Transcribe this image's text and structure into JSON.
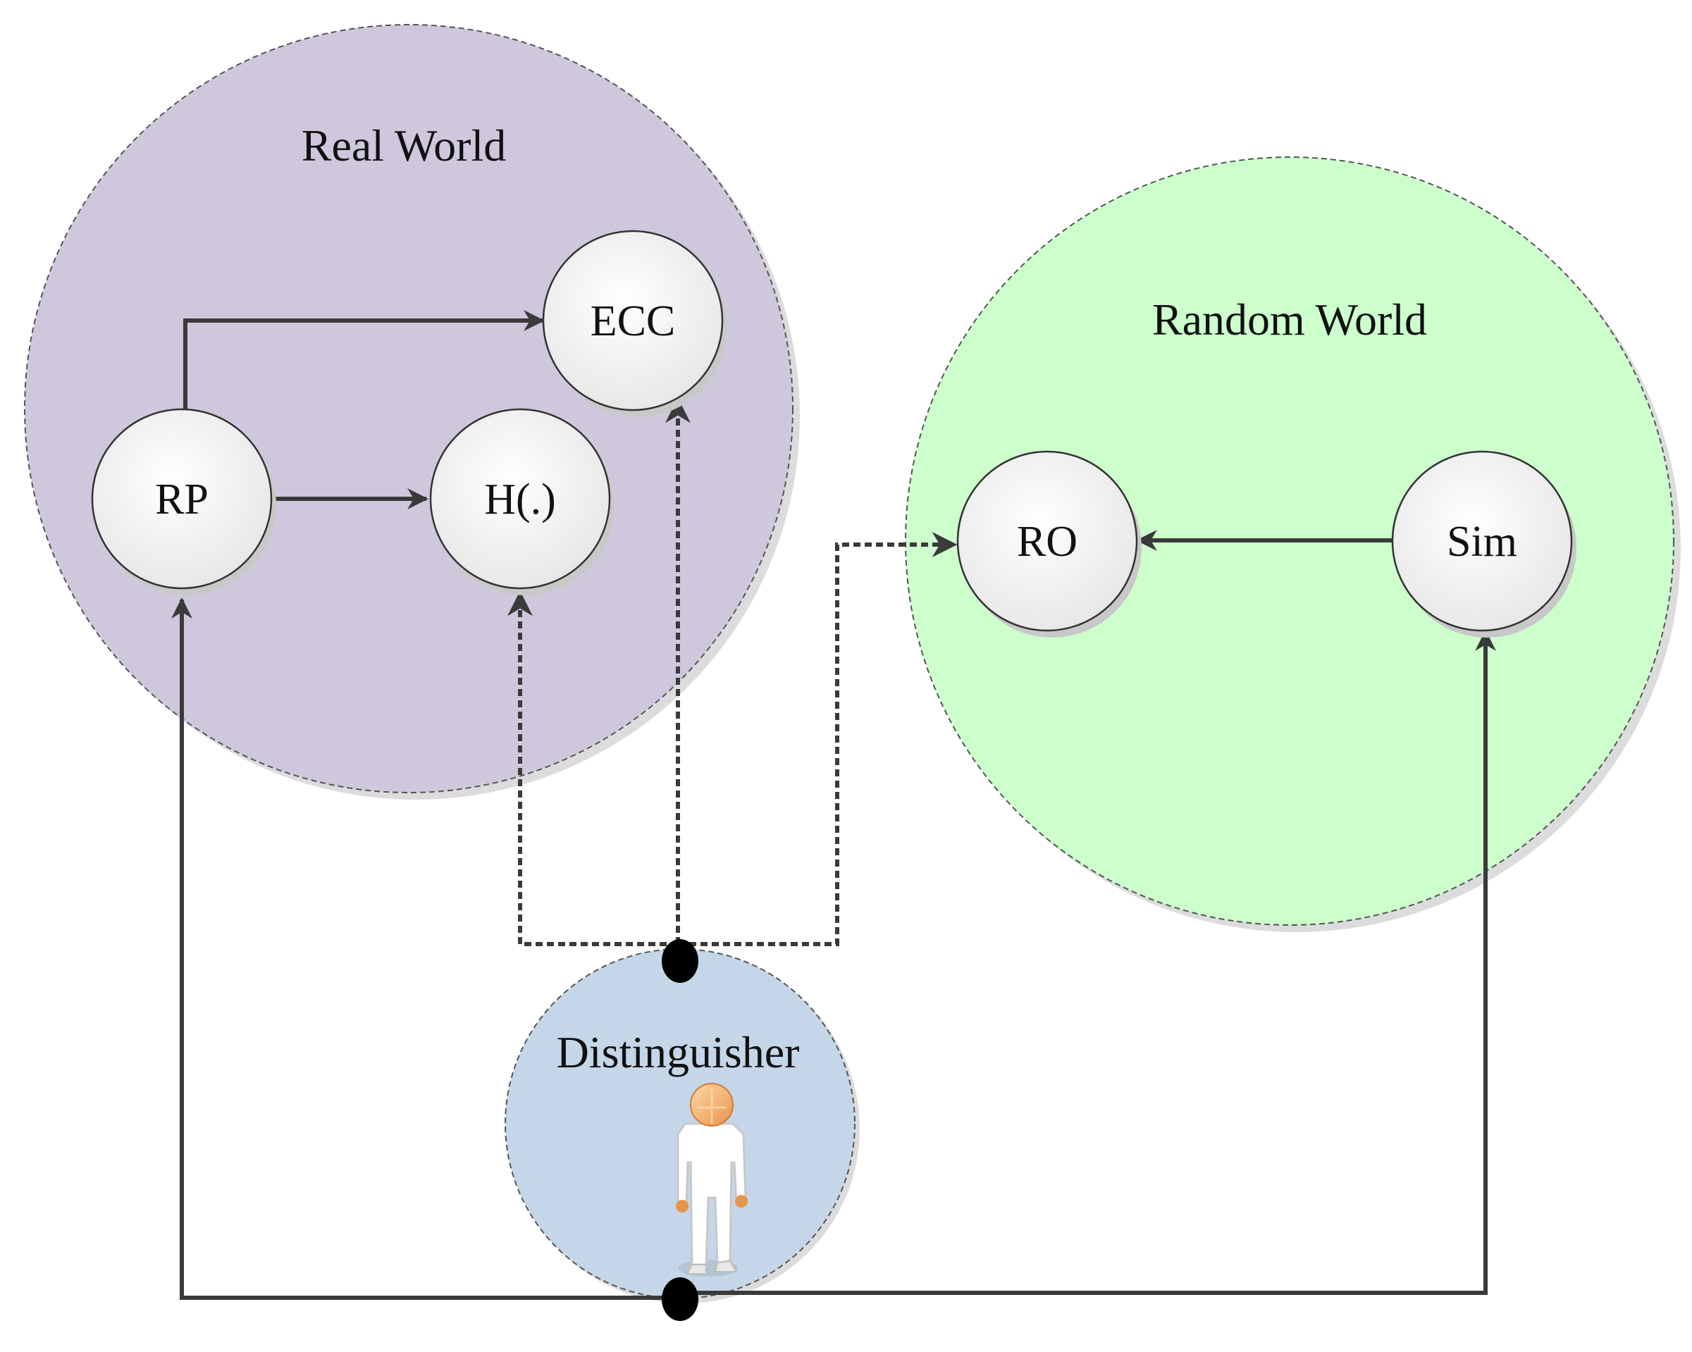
{
  "worlds": {
    "real": {
      "title": "Real World",
      "fill": "#cfc8dd"
    },
    "random": {
      "title": "Random World",
      "fill": "#ccffcc"
    },
    "distinguisher": {
      "title": "Distinguisher",
      "fill": "#c4d6e8"
    }
  },
  "nodes": {
    "ecc": {
      "label": "ECC"
    },
    "rp": {
      "label": "RP"
    },
    "hash": {
      "label": "H(.)"
    },
    "ro": {
      "label": "RO"
    },
    "sim": {
      "label": "Sim"
    }
  },
  "colors": {
    "edge": "#3a3a3a",
    "node_fill": "#f4f4f4",
    "junction": "#000000"
  },
  "icons": {
    "distinguisher": "person-icon"
  }
}
